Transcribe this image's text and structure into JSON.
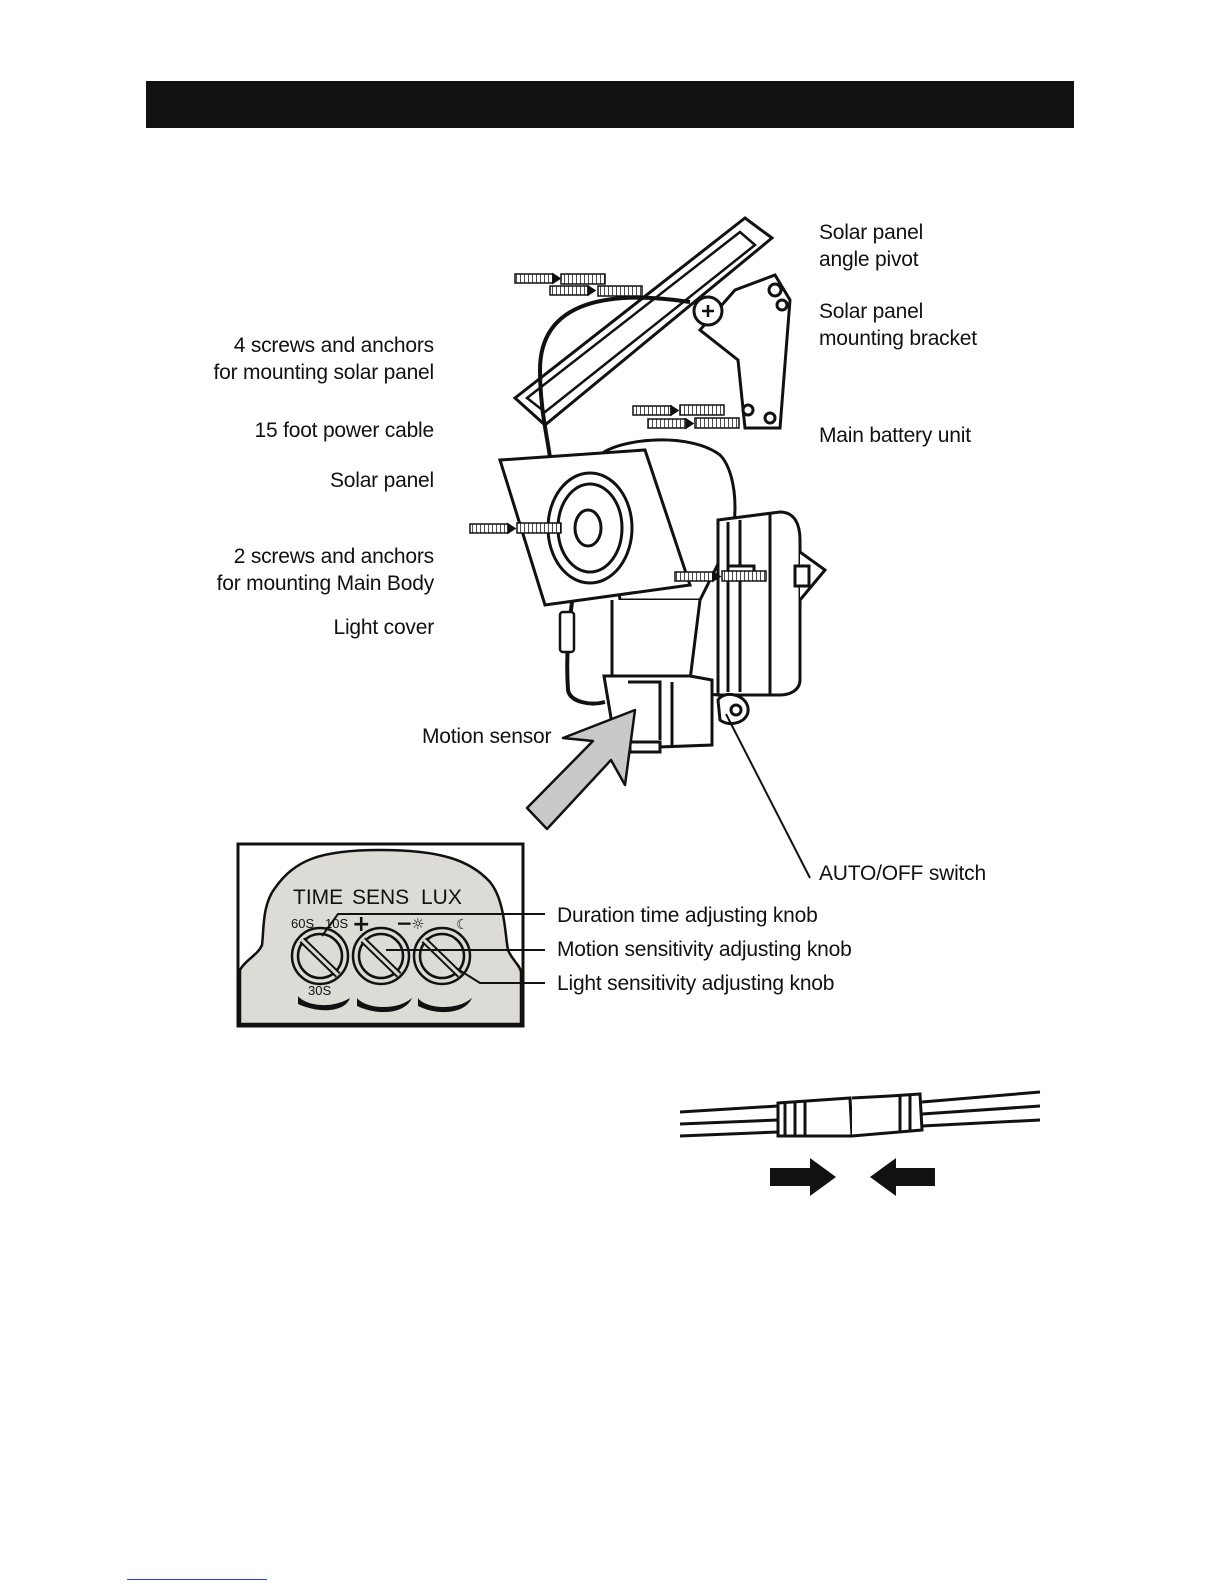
{
  "labels": {
    "pivot": [
      "Solar panel",
      "angle pivot"
    ],
    "bracket": [
      "Solar panel",
      "mounting bracket"
    ],
    "screws_panel": [
      "4 screws and anchors",
      "for mounting solar panel"
    ],
    "cable": "15 foot power cable",
    "battery": "Main battery unit",
    "solar_panel": "Solar panel",
    "screws_body": [
      "2 screws and anchors",
      "for mounting Main Body"
    ],
    "light_cover": "Light cover",
    "motion_sensor": "Motion sensor",
    "auto_off": "AUTO/OFF switch",
    "duration_knob": "Duration time adjusting knob",
    "motion_knob": "Motion sensitivity adjusting knob",
    "light_knob": "Light sensitivity adjusting knob"
  },
  "control_panel": {
    "time": "TIME",
    "sens": "SENS",
    "lux": "LUX",
    "t60": "60S",
    "t10": "10S",
    "t30": "30S",
    "plus": "+",
    "minus": "−",
    "sun": "☼",
    "moon": "☾"
  },
  "colors": {
    "header": "#111111",
    "panel_bg": "#dddbd6",
    "arrow_fill": "#c9c9c9"
  }
}
